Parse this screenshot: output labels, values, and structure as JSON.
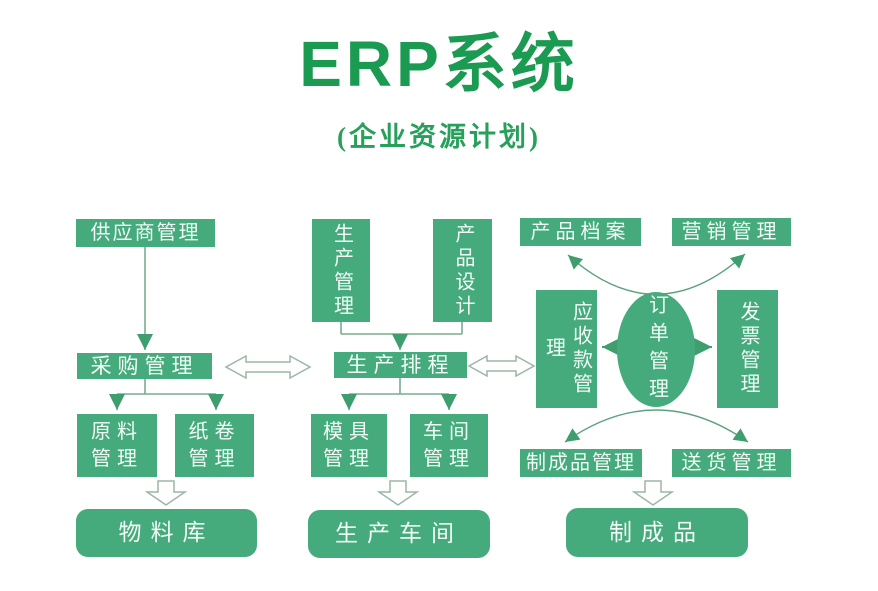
{
  "title": {
    "text": "ERP系统",
    "subtitle": "(企业资源计划)"
  },
  "colors": {
    "box_green": "#45ab7c",
    "title_green": "#1b9a52",
    "subtitle_green": "#27a05b",
    "node_text": "#f3fbf7",
    "line": "#7bab91",
    "arrowhead": "#3f9e6e",
    "hollow_arrow_stroke": "#9cb6a6",
    "hollow_arrow_fill": "#fefefe",
    "background": "#ffffff"
  },
  "nodes": {
    "procurement": {
      "supplier": "供应商管理",
      "purchase": "采购管理",
      "raw_material": "原料管理",
      "paper_roll": "纸卷管理",
      "material_warehouse": "物料库"
    },
    "production": {
      "production_mgmt": "生产管理",
      "product_design": "产品设计",
      "scheduling": "生产排程",
      "mold": "模具管理",
      "workshop": "车间管理",
      "production_workshop": "生产车间"
    },
    "sales": {
      "product_archive": "产品档案",
      "marketing": "营销管理",
      "receivables": "应收款管理",
      "orders": "订单管理",
      "invoice": "发票管理",
      "finished_goods_mgmt": "制成品管理",
      "delivery": "送货管理",
      "finished_goods": "制成品"
    }
  }
}
